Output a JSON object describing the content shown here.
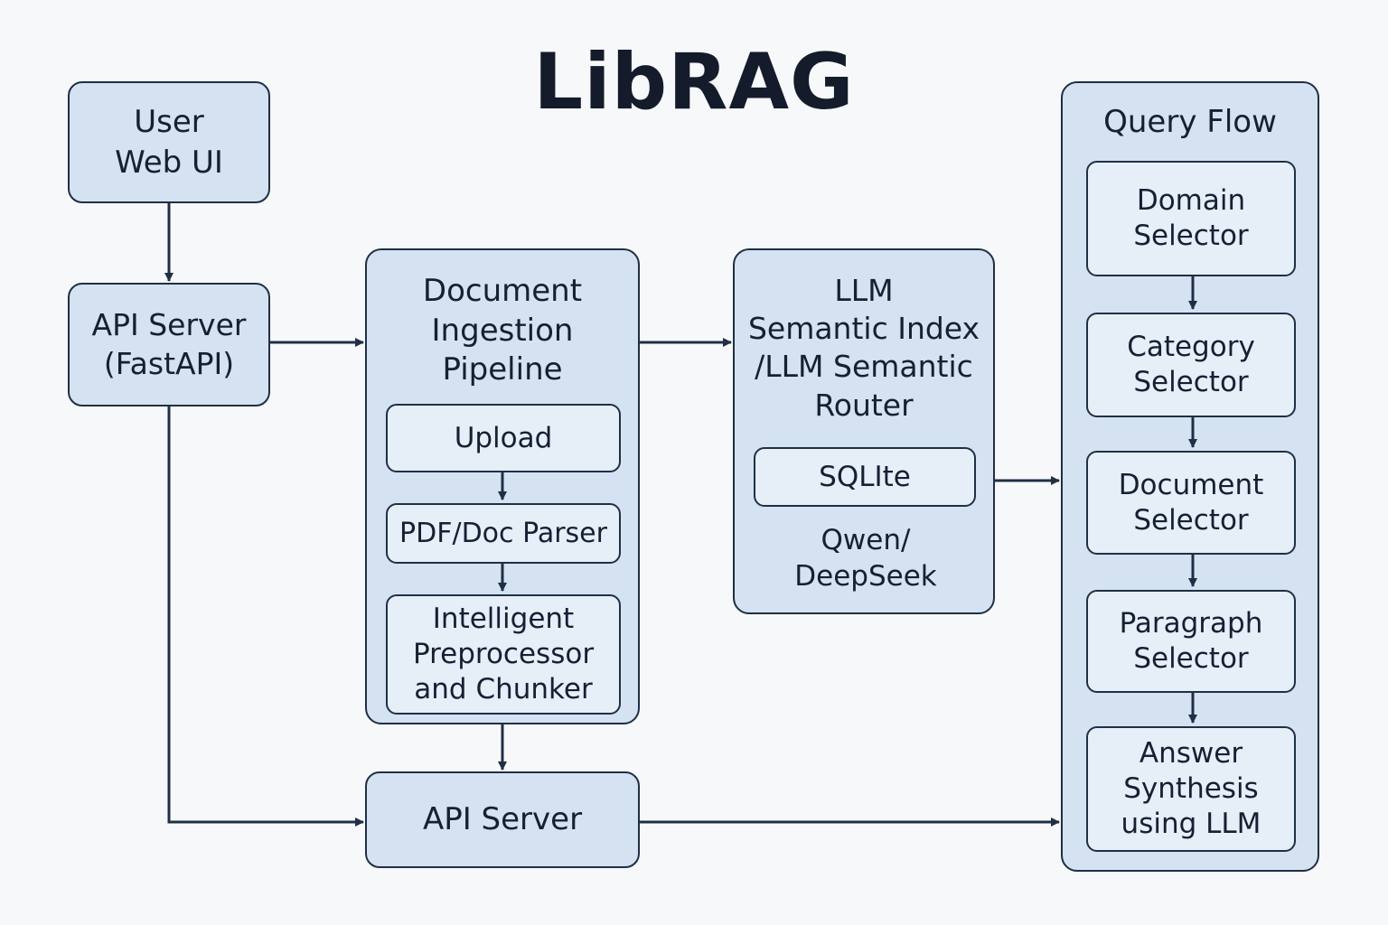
{
  "title": "LibRAG",
  "user": {
    "label": "User\nWeb UI"
  },
  "api_server_fastapi": {
    "label": "API Server\n(FastAPI)"
  },
  "ingestion": {
    "title": "Document\nIngestion\nPipeline",
    "steps": [
      "Upload",
      "PDF/Doc Parser",
      "Intelligent\nPreprocessor\nand Chunker"
    ]
  },
  "llm_index": {
    "title": "LLM\nSemantic Index\n/LLM Semantic\nRouter",
    "storage": "SQLIte",
    "models": "Qwen/\nDeepSeek"
  },
  "api_server_bottom": {
    "label": "API Server"
  },
  "query_flow": {
    "title": "Query Flow",
    "steps": [
      "Domain\nSelector",
      "Category\nSelector",
      "Document\nSelector",
      "Paragraph\nSelector",
      "Answer\nSynthesis\nusing LLM"
    ]
  },
  "colors": {
    "box_fill": "#d4e2f1",
    "inner_fill": "#e6eef8",
    "stroke": "#1f2f45",
    "background": "#f7f8fa"
  }
}
